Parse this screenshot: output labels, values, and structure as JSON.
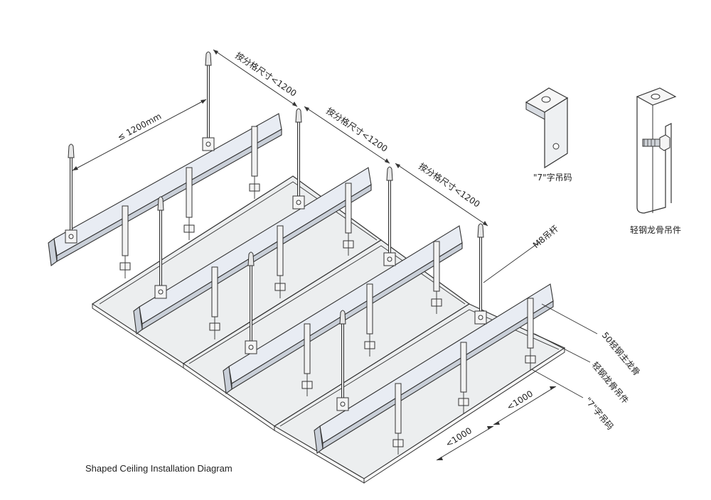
{
  "caption": "Shaped Ceiling Installation Diagram",
  "labels": {
    "dim_1200mm": "≤ 1200mm",
    "grid_spacing_1": "按分格尺寸<1200",
    "grid_spacing_2": "按分格尺寸<1200",
    "grid_spacing_3": "按分格尺寸<1200",
    "rod": "M8吊杆",
    "main_keel": "50轻钢主龙骨",
    "keel_hanger": "轻钢龙骨吊件",
    "seven_clip": "\"7\"字吊码",
    "dim_1000_a": "<1000",
    "dim_1000_b": "<1000"
  },
  "details": {
    "seven_clip_title": "\"7\"字吊码",
    "keel_hanger_title": "轻钢龙骨吊件"
  }
}
